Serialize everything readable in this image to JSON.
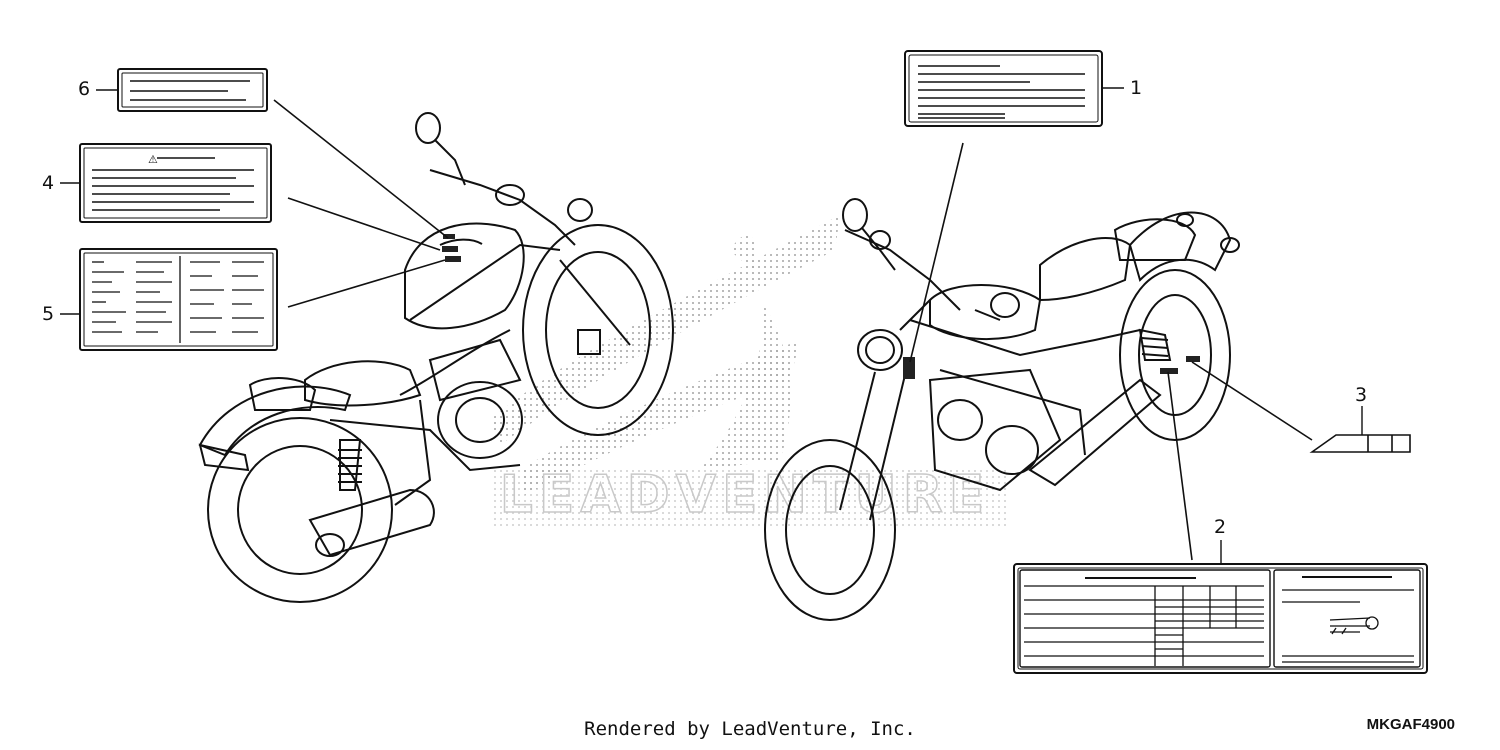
{
  "callouts": {
    "c1": "1",
    "c2": "2",
    "c3": "3",
    "c4": "4",
    "c5": "5",
    "c6": "6"
  },
  "watermark": "LEADVENTURE",
  "footer": {
    "rendered_by": "Rendered by LeadVenture, Inc."
  },
  "diagram_code": "MKGAF4900",
  "warning_symbol": "⚠"
}
